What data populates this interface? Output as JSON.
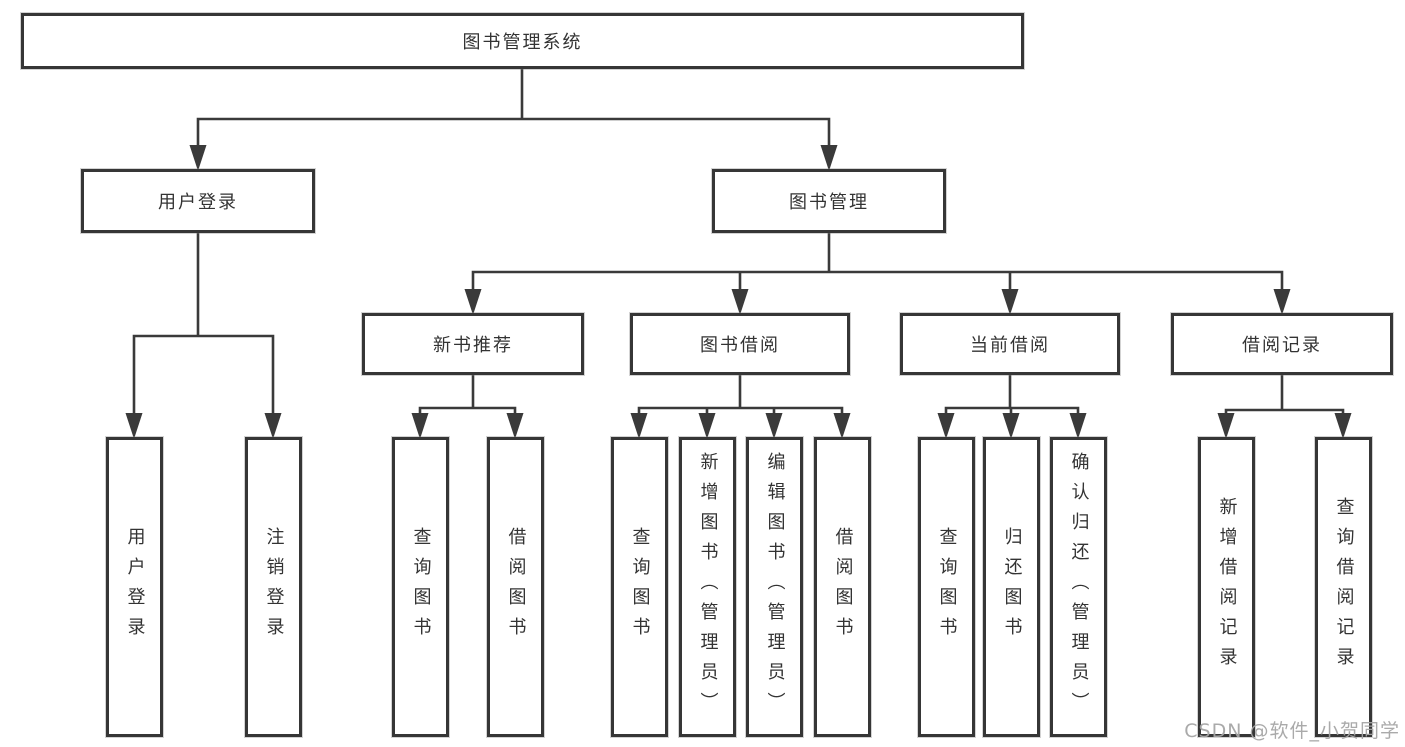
{
  "diagram": {
    "type": "hierarchy-tree",
    "hierarchy": {
      "root": {
        "label": "图书管理系统",
        "children": [
          {
            "label": "用户登录",
            "children": [
              {
                "label": "用户登录"
              },
              {
                "label": "注销登录"
              }
            ]
          },
          {
            "label": "图书管理",
            "children": [
              {
                "label": "新书推荐",
                "children": [
                  {
                    "label": "查询图书"
                  },
                  {
                    "label": "借阅图书"
                  }
                ]
              },
              {
                "label": "图书借阅",
                "children": [
                  {
                    "label": "查询图书"
                  },
                  {
                    "label": "新增图书（管理员）"
                  },
                  {
                    "label": "编辑图书（管理员）"
                  },
                  {
                    "label": "借阅图书"
                  }
                ]
              },
              {
                "label": "当前借阅",
                "children": [
                  {
                    "label": "查询图书"
                  },
                  {
                    "label": "归还图书"
                  },
                  {
                    "label": "确认归还（管理员）"
                  }
                ]
              },
              {
                "label": "借阅记录",
                "children": [
                  {
                    "label": "新增借阅记录"
                  },
                  {
                    "label": "查询借阅记录"
                  }
                ]
              }
            ]
          }
        ]
      }
    },
    "colors": {
      "box_border": "#363636",
      "connector_line": "#3a3a3a",
      "text": "#333333",
      "watermark": "#a5a5a5",
      "background": "#ffffff"
    }
  },
  "watermark": {
    "text": "CSDN @软件_小贺同学"
  }
}
